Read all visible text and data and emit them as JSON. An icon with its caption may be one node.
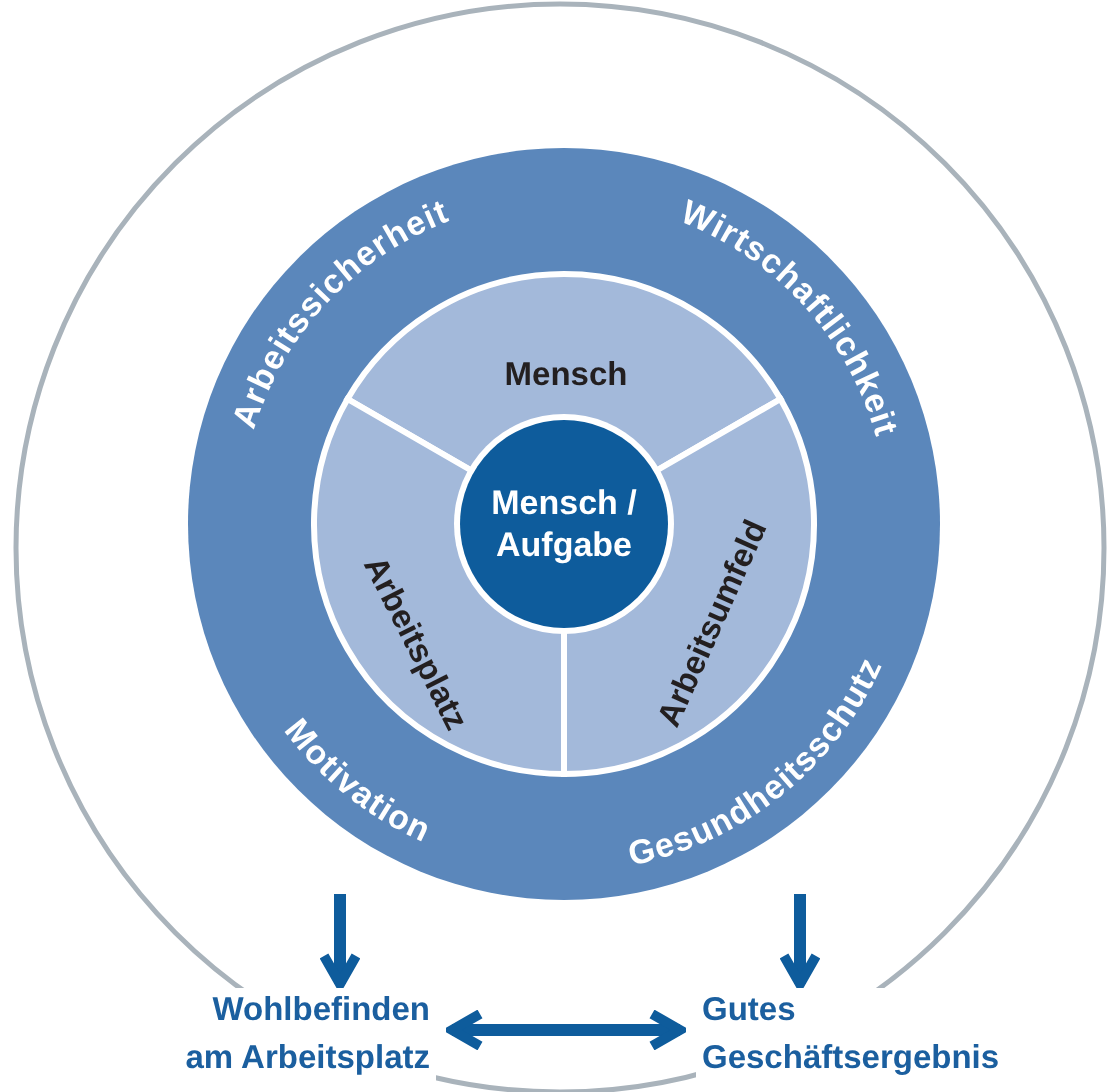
{
  "diagram": {
    "nodes": [
      {
        "text": [
          "Arbeitssicherheit",
          "Wirtschaftlichkeit",
          "Motivation",
          "Gesundheitsschutz"
        ]
      },
      {
        "text": [
          "Mensch"
        ],
        "in": 0
      },
      {
        "text": [
          "Arbeitsplatz"
        ],
        "in": 0
      },
      {
        "text": [
          "Arbeitsumfeld"
        ],
        "in": 0
      },
      {
        "text": [
          "Mensch / Aufgabe"
        ],
        "in": 0
      },
      {
        "text": [
          "Wohlbefinden am Arbeitsplatz"
        ]
      },
      {
        "text": [
          "Gutes Geschäftsergebnis"
        ]
      }
    ],
    "edges": [
      {
        "from": 0,
        "to": 5,
        "arrow": "to"
      },
      {
        "from": 0,
        "to": 6,
        "arrow": "to"
      },
      {
        "from": 5,
        "to": 6,
        "arrow": "both"
      }
    ]
  }
}
